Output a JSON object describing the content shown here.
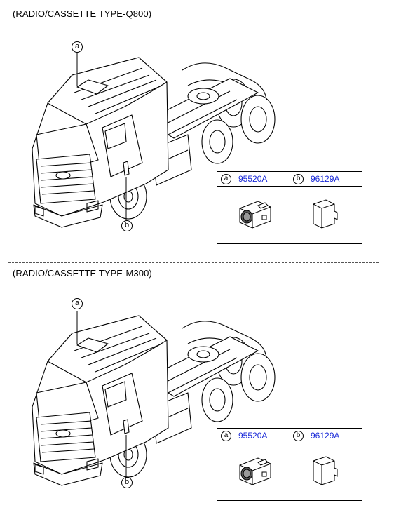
{
  "sections": [
    {
      "title": "(RADIO/CASSETTE TYPE-Q800)",
      "callout_a": "a",
      "callout_b": "b",
      "parts": [
        {
          "letter": "a",
          "part_number": "95520A"
        },
        {
          "letter": "b",
          "part_number": "96129A"
        }
      ]
    },
    {
      "title": "(RADIO/CASSETTE TYPE-M300)",
      "callout_a": "a",
      "callout_b": "b",
      "parts": [
        {
          "letter": "a",
          "part_number": "95520A"
        },
        {
          "letter": "b",
          "part_number": "96129A"
        }
      ]
    }
  ],
  "colors": {
    "part_number": "#1a2ad8",
    "line": "#000000",
    "divider": "#555555"
  }
}
